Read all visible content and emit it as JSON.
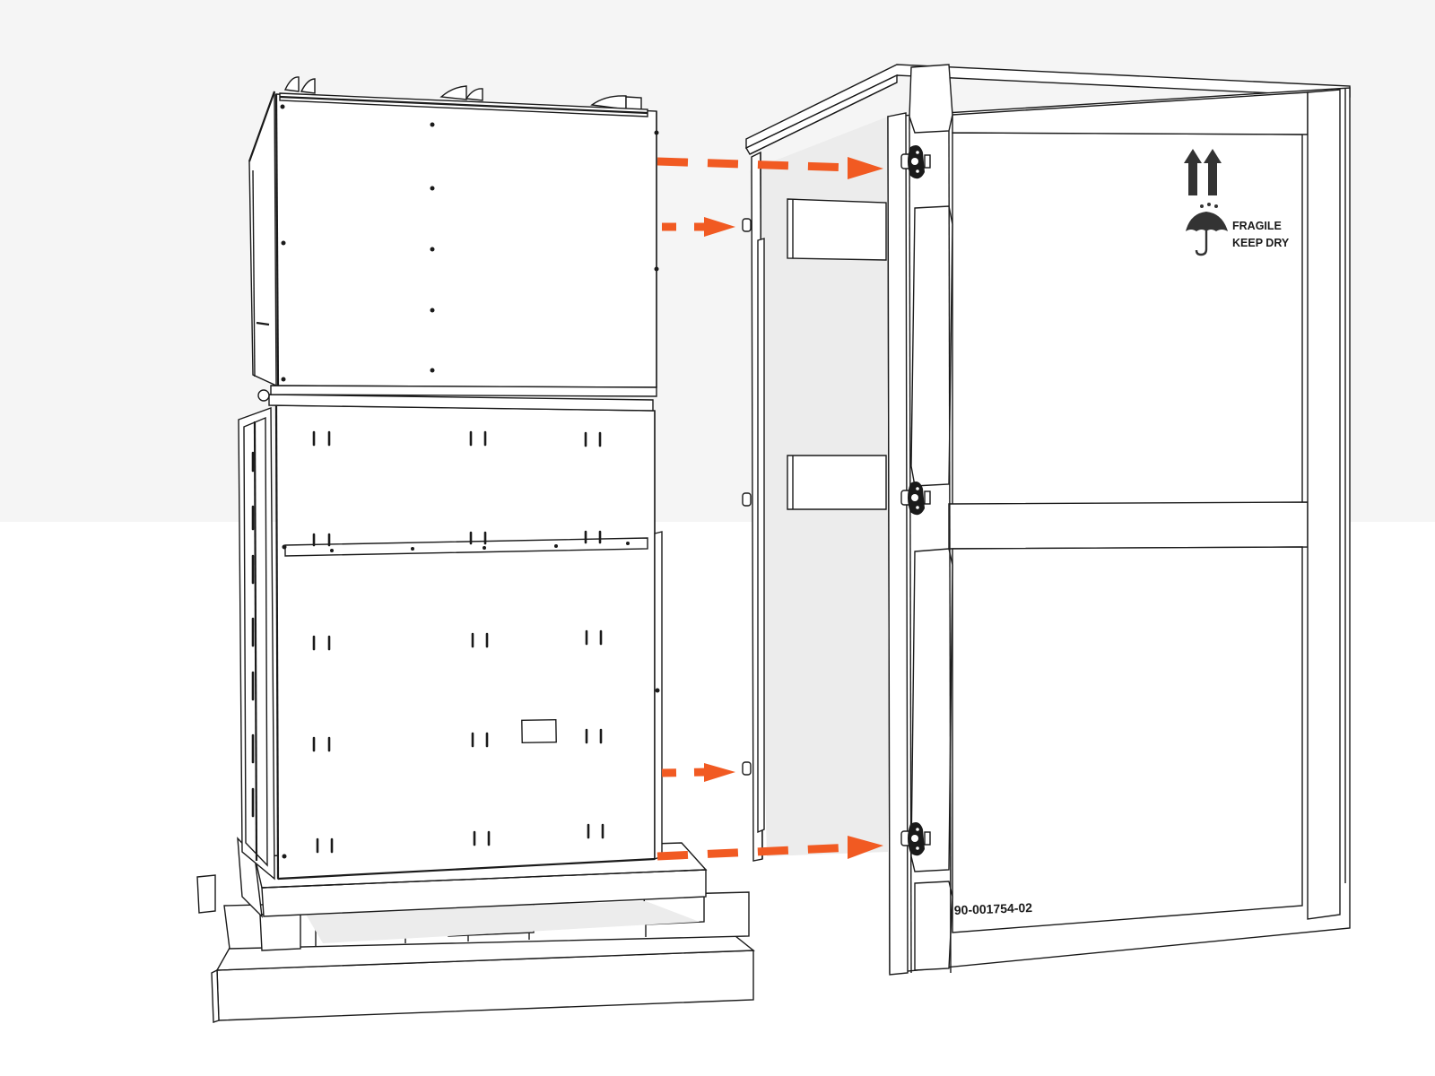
{
  "diagram": {
    "title": "Cabinet crate installation",
    "background": {
      "top_color": "#f5f5f5",
      "bottom_color": "#ffffff"
    },
    "accent_color": "#f15a22",
    "line_color": "#1a1a1a",
    "shadow_color": "#ececec"
  },
  "crate": {
    "label_fragile": "FRAGILE",
    "label_keep_dry": "KEEP DRY",
    "part_number": "90-001754-02",
    "icons": [
      "this-side-up-arrows-icon",
      "umbrella-keep-dry-icon"
    ],
    "latches": [
      {
        "name": "latch-top",
        "position": "top"
      },
      {
        "name": "latch-middle",
        "position": "middle"
      },
      {
        "name": "latch-bottom",
        "position": "bottom"
      }
    ]
  },
  "arrows": [
    {
      "name": "arrow-top-long",
      "from": "upper cabinet top",
      "to": "crate top latch"
    },
    {
      "name": "arrow-top-short",
      "from": "upper cabinet",
      "to": "crate side bracket upper"
    },
    {
      "name": "arrow-bottom-short",
      "from": "lower cabinet",
      "to": "crate side bracket lower"
    },
    {
      "name": "arrow-bottom-long",
      "from": "lower cabinet base",
      "to": "crate bottom latch"
    }
  ],
  "assembly": {
    "components": [
      "upper-cabinet-module",
      "lower-cabinet-module",
      "wooden-pallet-base",
      "crate-enclosure"
    ]
  }
}
